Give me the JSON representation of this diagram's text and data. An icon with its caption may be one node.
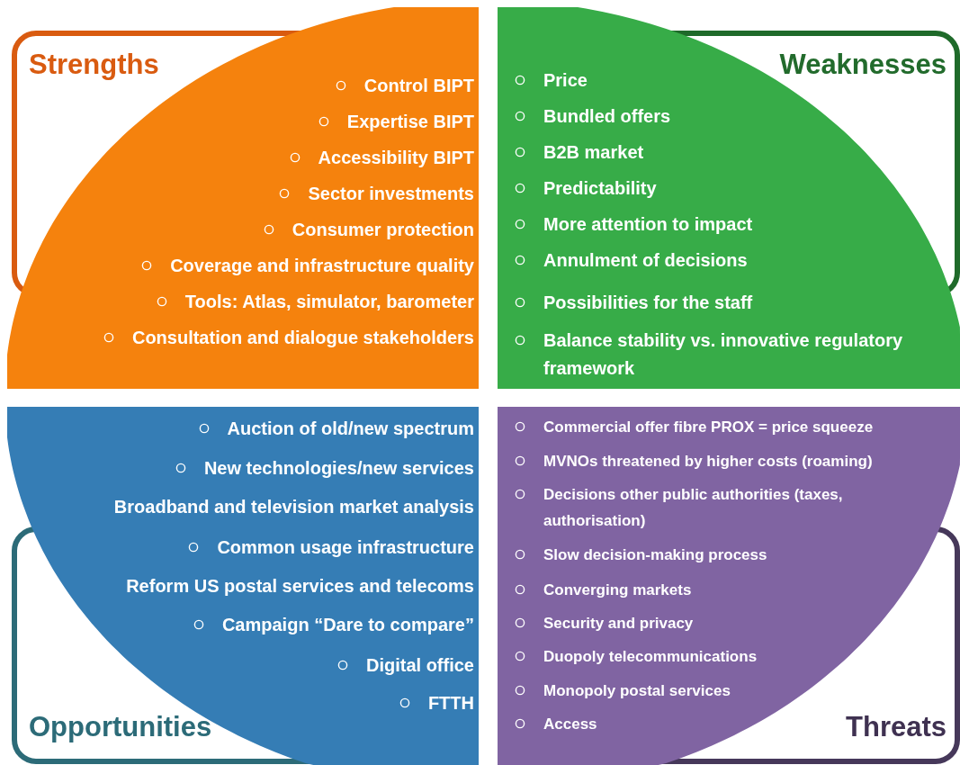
{
  "diagram": {
    "nodes": [
      {
        "text": [
          "Strengths",
          "Control BIPT",
          "Expertise BIPT",
          "Accessibility BIPT",
          "Sector investments",
          "Consumer protection",
          "Coverage and infrastructure quality",
          "Tools: Atlas, simulator, barometer",
          "Consultation and dialogue stakeholders"
        ]
      },
      {
        "text": [
          "Weaknesses",
          "Price",
          "Bundled offers",
          "B2B market",
          "Predictability",
          "More attention to impact",
          "Annulment of decisions",
          "Possibilities for the staff",
          "Balance stability vs. innovative regulatory framework"
        ]
      },
      {
        "text": [
          "Opportunities",
          "Auction of old/new spectrum",
          "New technologies/new services",
          "Broadband and television market analysis",
          "Common usage infrastructure",
          "Reform US postal services and telecoms",
          "Campaign “Dare to compare”",
          "Digital office",
          "FTTH"
        ]
      },
      {
        "text": [
          "Threats",
          "Commercial offer fibre PROX = price squeeze",
          "MVNOs threatened by higher costs (roaming)",
          "Decisions other public authorities (taxes, authorisation)",
          "Slow decision-making process",
          "Converging markets",
          "Security and privacy",
          "Duopoly telecommunications",
          "Monopoly postal services",
          "Access"
        ]
      }
    ]
  }
}
